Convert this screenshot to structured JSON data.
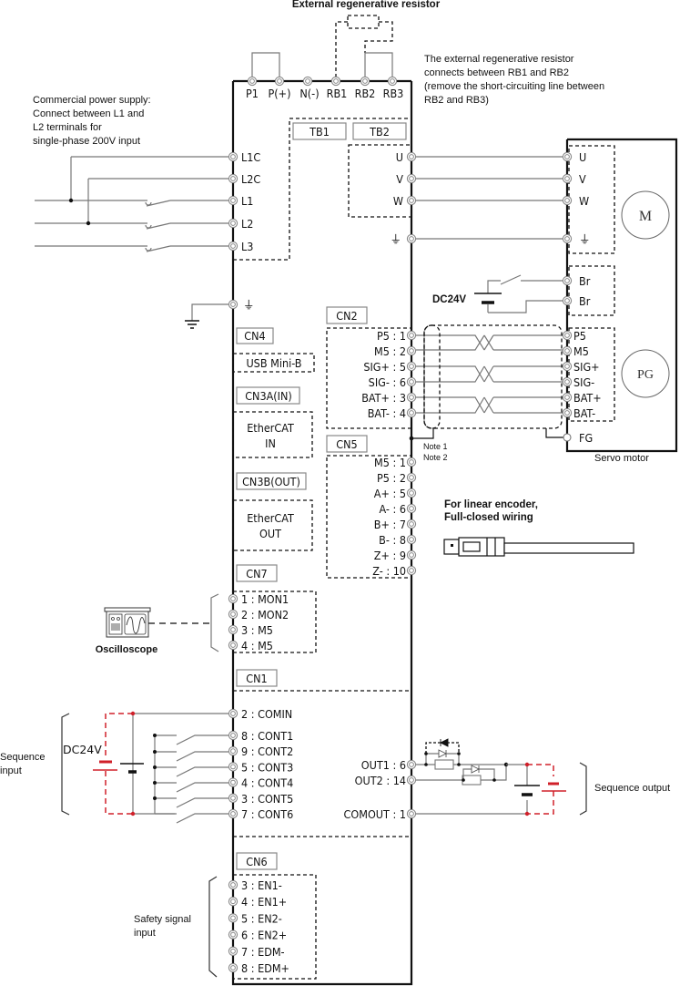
{
  "top": {
    "ext_resistor_title": "External regenerative resistor",
    "terminals": [
      "P1",
      "P(+)",
      "N(-)",
      "RB1",
      "RB2",
      "RB3"
    ],
    "note_lines": [
      "The external regenerative resistor",
      "connects between RB1 and RB2",
      "(remove the short-circuiting line between",
      "RB2 and RB3)"
    ]
  },
  "power": {
    "note_lines": [
      "Commercial power supply:",
      "Connect between L1 and",
      "L2 terminals for",
      "single-phase 200V input"
    ],
    "terminals": [
      "L1C",
      "L2C",
      "L1",
      "L2",
      "L3"
    ],
    "tb1": "TB1",
    "tb2": "TB2"
  },
  "motor_out": {
    "terminals": [
      "U",
      "V",
      "W"
    ],
    "ground": "⏚"
  },
  "motor": {
    "terminals": [
      "U",
      "V",
      "W",
      "⏚"
    ],
    "motor_symbol": "M",
    "brake": [
      "Br",
      "Br"
    ],
    "brake_supply": "DC24V",
    "encoder_terminals": [
      "P5",
      "M5",
      "SIG+",
      "SIG-",
      "BAT+",
      "BAT-"
    ],
    "encoder_symbol": "PG",
    "fg": "FG",
    "caption": "Servo motor"
  },
  "cn2": {
    "label": "CN2",
    "pins": [
      "P5 : 1",
      "M5 : 2",
      "SIG+ : 5",
      "SIG- : 6",
      "BAT+ : 3",
      "BAT- : 4"
    ],
    "notes": [
      "Note 1",
      "Note 2"
    ]
  },
  "cn5": {
    "label": "CN5",
    "pins": [
      "M5 : 1",
      "P5 : 2",
      "A+ : 5",
      "A- : 6",
      "B+ : 7",
      "B- : 8",
      "Z+ : 9",
      "Z- : 10"
    ],
    "caption_lines": [
      "For linear encoder,",
      "Full-closed wiring"
    ]
  },
  "left_ports": {
    "ground": "⏚",
    "cn4": "CN4",
    "usb": "USB Mini-B",
    "cn3a": "CN3A(IN)",
    "ethercat_in": [
      "EtherCAT",
      "IN"
    ],
    "cn3b": "CN3B(OUT)",
    "ethercat_out": [
      "EtherCAT",
      "OUT"
    ]
  },
  "cn7": {
    "label": "CN7",
    "pins": [
      "1 : MON1",
      "2 : MON2",
      "3 : M5",
      "4 : M5"
    ],
    "device": "Oscilloscope"
  },
  "cn1": {
    "label": "CN1",
    "inputs": [
      "2 : COMIN",
      "8 : CONT1",
      "9 : CONT2",
      "5 : CONT3",
      "4 : CONT4",
      "3 : CONT5",
      "7 : CONT6"
    ],
    "input_caption": [
      "Sequence",
      "input"
    ],
    "input_supply": "DC24V",
    "outputs": [
      "OUT1 : 6",
      "OUT2 : 14",
      "COMOUT : 1"
    ],
    "output_caption": "Sequence output"
  },
  "cn6": {
    "label": "CN6",
    "pins": [
      "3 : EN1-",
      "4 : EN1+",
      "5 : EN2-",
      "6 : EN2+",
      "7 : EDM-",
      "8 : EDM+"
    ],
    "caption": [
      "Safety signal",
      "input"
    ]
  },
  "colors": {
    "alt_polarity": "#d0202a",
    "wire": "#777777",
    "frame": "#111111"
  }
}
